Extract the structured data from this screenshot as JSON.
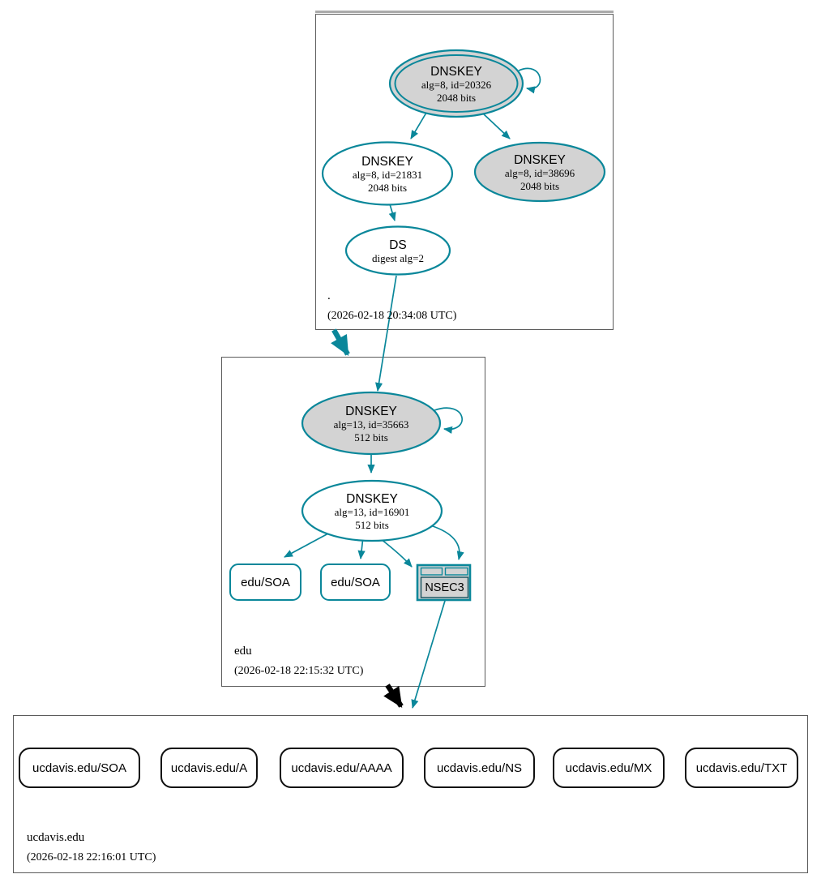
{
  "colors": {
    "secure_teal": "#0a879a",
    "insecure_black": "#000000",
    "key_fill_gray": "#d3d3d3",
    "zone_border_gray": "#5b5b5b"
  },
  "root_zone": {
    "label": ".",
    "timestamp": "(2026-02-18 20:34:08 UTC)",
    "ksk": {
      "type": "DNSKEY",
      "params": "alg=8, id=20326",
      "size": "2048 bits"
    },
    "zsk": {
      "type": "DNSKEY",
      "params": "alg=8, id=21831",
      "size": "2048 bits"
    },
    "ksk2": {
      "type": "DNSKEY",
      "params": "alg=8, id=38696",
      "size": "2048 bits"
    },
    "ds": {
      "type": "DS",
      "params": "digest alg=2"
    }
  },
  "edu_zone": {
    "label": "edu",
    "timestamp": "(2026-02-18 22:15:32 UTC)",
    "ksk": {
      "type": "DNSKEY",
      "params": "alg=13, id=35663",
      "size": "512 bits"
    },
    "zsk": {
      "type": "DNSKEY",
      "params": "alg=13, id=16901",
      "size": "512 bits"
    },
    "rrset1": "edu/SOA",
    "rrset2": "edu/SOA",
    "nsec3": "NSEC3"
  },
  "ucdavis_zone": {
    "label": "ucdavis.edu",
    "timestamp": "(2026-02-18 22:16:01 UTC)",
    "rrsets": [
      "ucdavis.edu/SOA",
      "ucdavis.edu/A",
      "ucdavis.edu/AAAA",
      "ucdavis.edu/NS",
      "ucdavis.edu/MX",
      "ucdavis.edu/TXT"
    ]
  }
}
